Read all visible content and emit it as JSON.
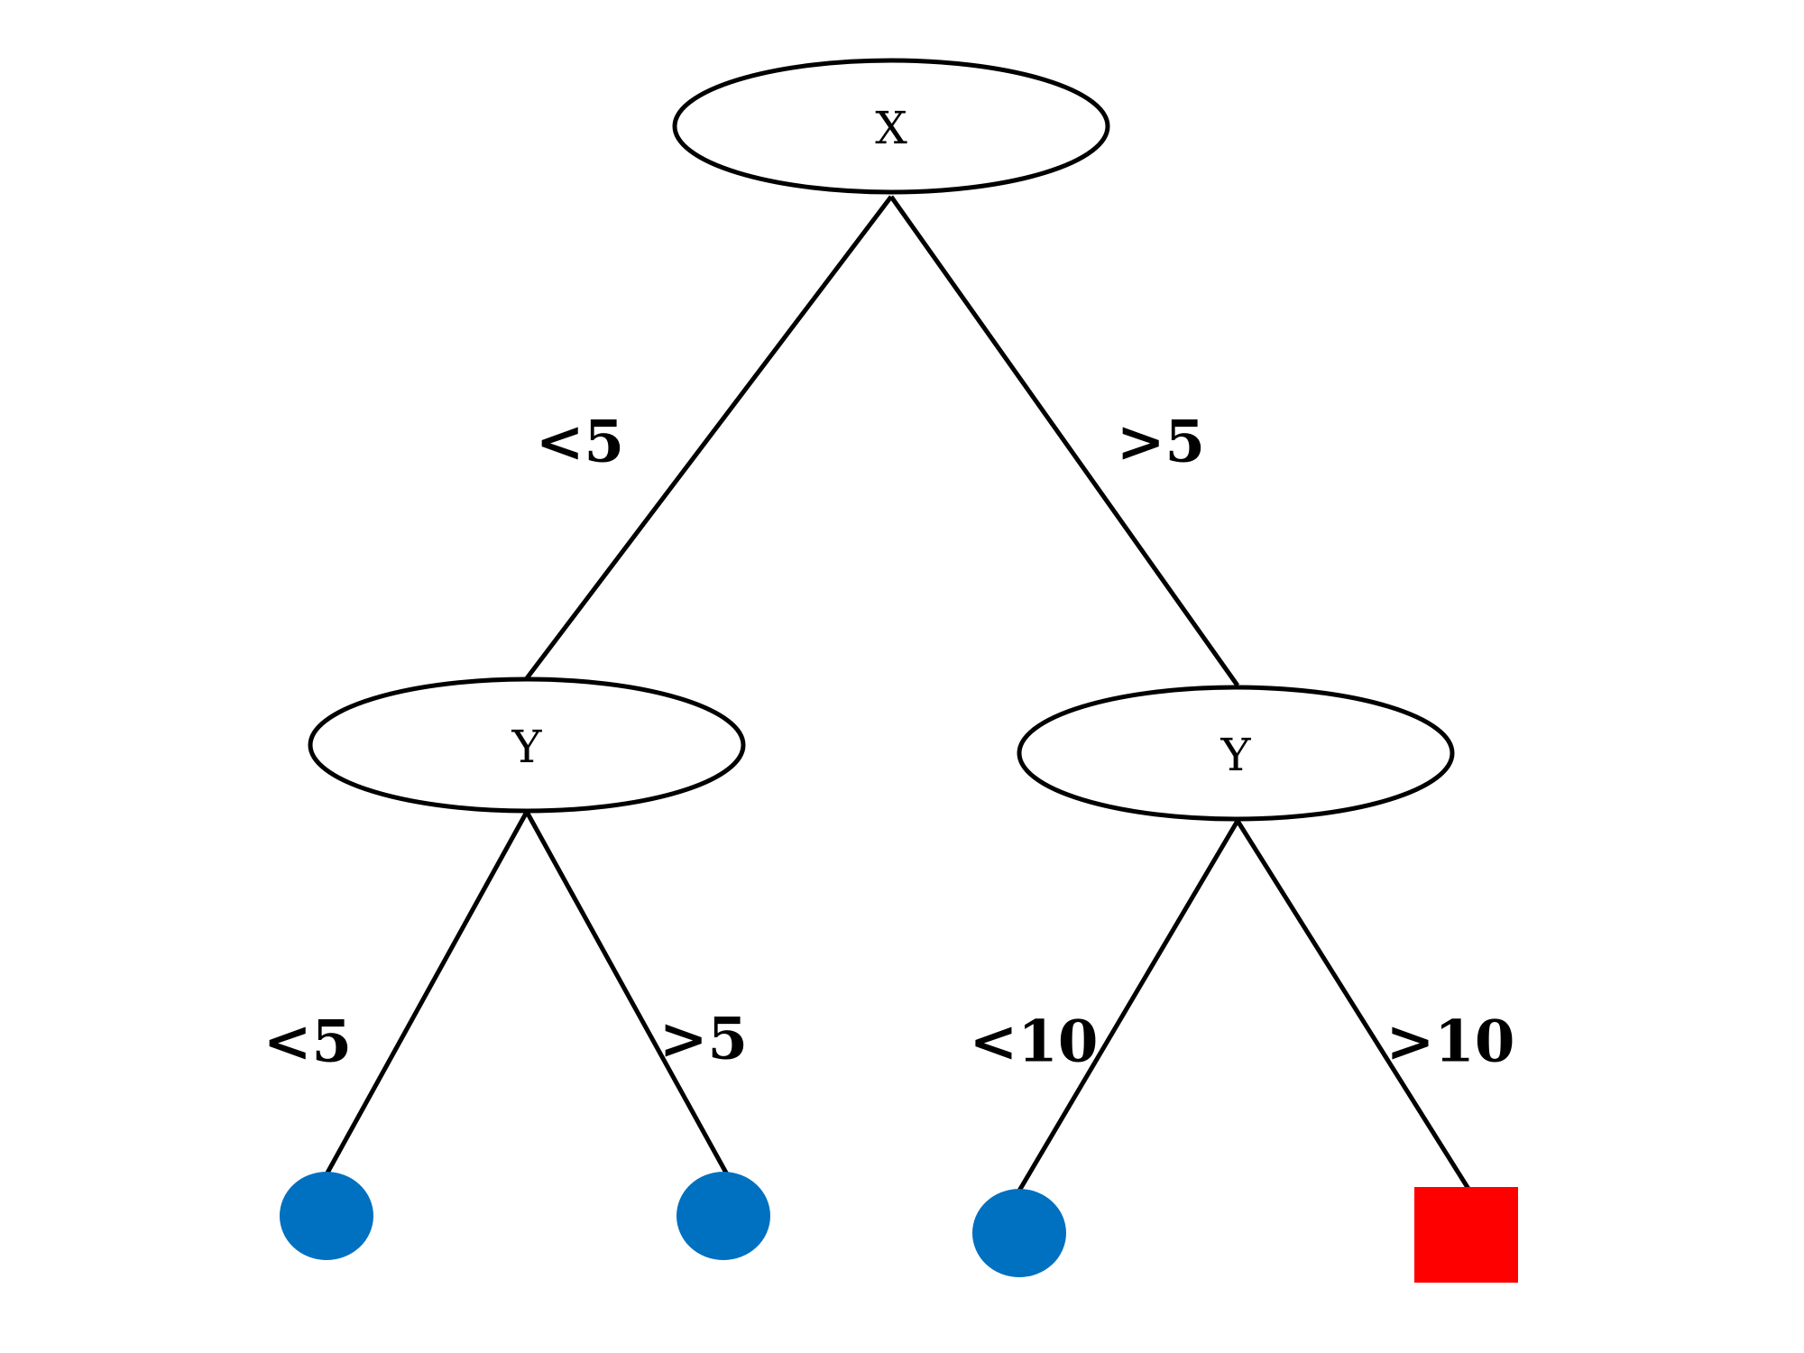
{
  "nodes": {
    "root": {
      "label": "X"
    },
    "left": {
      "label": "Y"
    },
    "right": {
      "label": "Y"
    }
  },
  "edges": {
    "root_left": {
      "label": "<5"
    },
    "root_right": {
      "label": ">5"
    },
    "left_leaf1": {
      "label": "<5"
    },
    "left_leaf2": {
      "label": ">5"
    },
    "right_leaf1": {
      "label": "<10"
    },
    "right_leaf2": {
      "label": ">10"
    }
  },
  "leaves": [
    {
      "shape": "circle",
      "color": "#0070c0"
    },
    {
      "shape": "circle",
      "color": "#0070c0"
    },
    {
      "shape": "circle",
      "color": "#0070c0"
    },
    {
      "shape": "square",
      "color": "#ff0000"
    }
  ]
}
